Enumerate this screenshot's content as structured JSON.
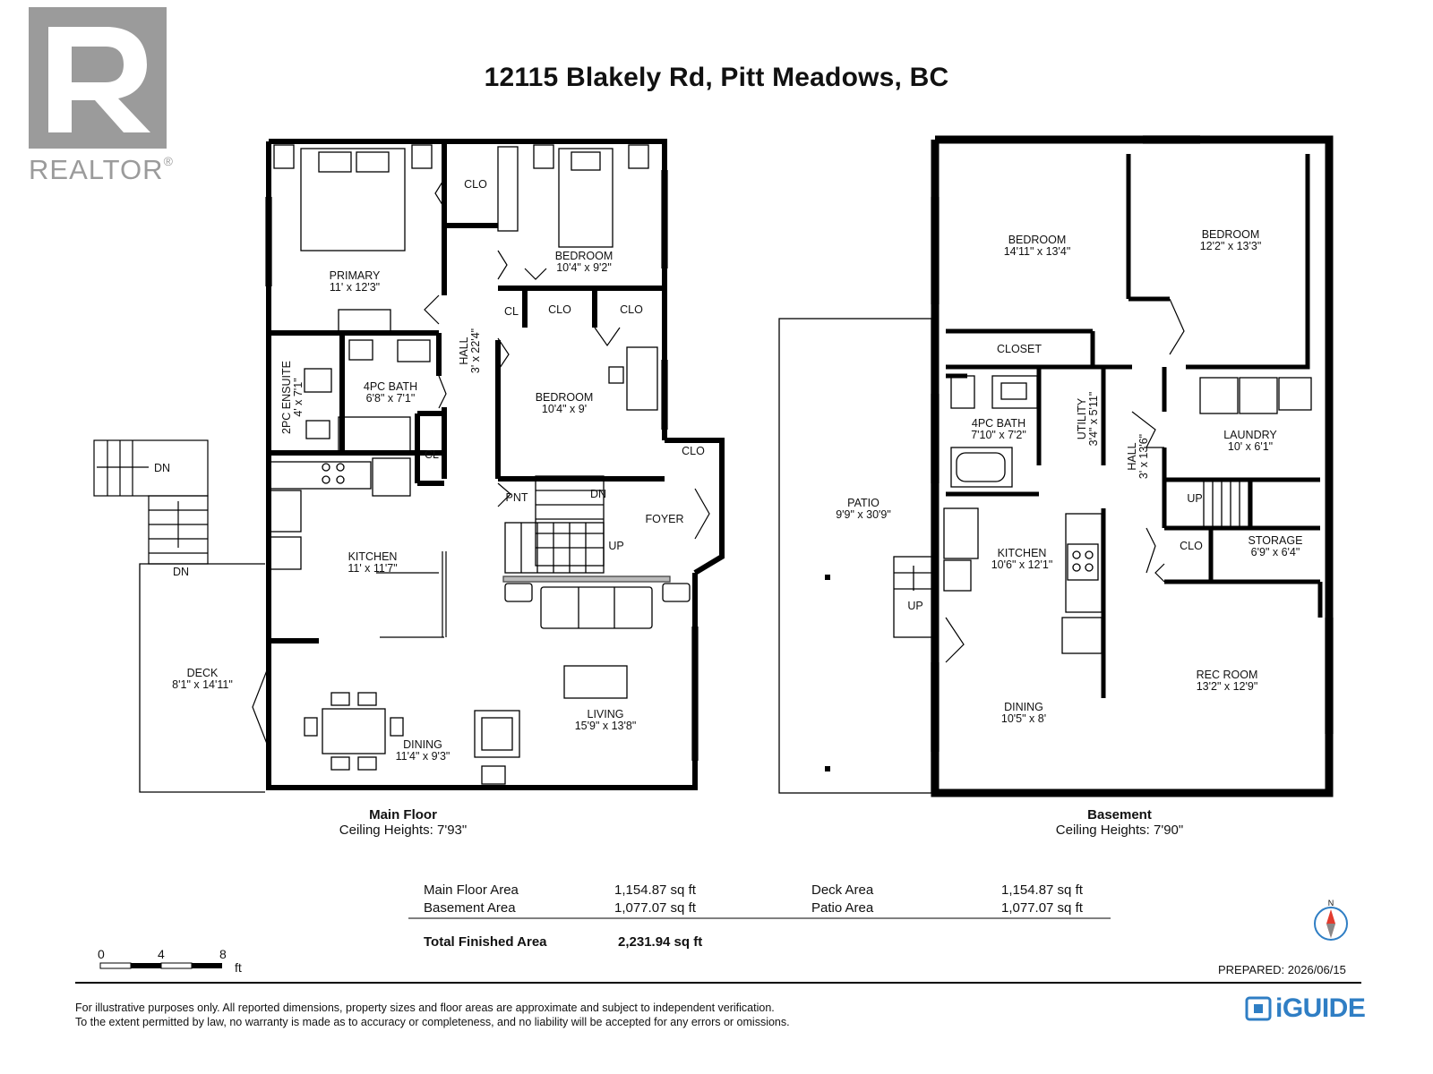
{
  "title": "12115 Blakely Rd, Pitt Meadows, BC",
  "logo": {
    "word": "REALTOR",
    "mark": "®",
    "color": "#9b9b9b"
  },
  "brand": {
    "name": "iGUIDE",
    "color": "#2f7ec4"
  },
  "floors": [
    {
      "name": "Main Floor",
      "ceiling": "Ceiling Heights: 7'93\""
    },
    {
      "name": "Basement",
      "ceiling": "Ceiling Heights: 7'90\""
    }
  ],
  "rooms": {
    "clo1": "CLO",
    "primary_name": "PRIMARY",
    "primary_dim": "11' x 12'3\"",
    "bed1_name": "BEDROOM",
    "bed1_dim": "10'4\" x 9'2\"",
    "cl1": "CL",
    "clo2": "CLO",
    "clo3": "CLO",
    "hall_name": "HALL",
    "hall_dim": "3' x 22'4\"",
    "ensuite_name": "2PC ENSUITE",
    "ensuite_dim": "4' x 7'1\"",
    "bath_main_name": "4PC BATH",
    "bath_main_dim": "6'8\" x 7'1\"",
    "bed2_name": "BEDROOM",
    "bed2_dim": "10'4\" x 9'",
    "cl2": "CL",
    "clo4": "CLO",
    "pnt": "PNT",
    "dn_stair": "DN",
    "up_stair": "UP",
    "foyer": "FOYER",
    "kitchen_name": "KITCHEN",
    "kitchen_dim": "11' x 11'7\"",
    "dn_ext": "DN",
    "dn_deck": "DN",
    "deck_name": "DECK",
    "deck_dim": "8'1\" x 14'11\"",
    "living_name": "LIVING",
    "living_dim": "15'9\" x 13'8\"",
    "dining_name": "DINING",
    "dining_dim": "11'4\" x 9'3\"",
    "b_bed1_name": "BEDROOM",
    "b_bed1_dim": "14'11\" x 13'4\"",
    "b_bed2_name": "BEDROOM",
    "b_bed2_dim": "12'2\" x 13'3\"",
    "closet": "CLOSET",
    "patio_name": "PATIO",
    "patio_dim": "9'9\" x 30'9\"",
    "b_bath_name": "4PC BATH",
    "b_bath_dim": "7'10\" x 7'2\"",
    "utility_name": "UTILITY",
    "utility_dim": "3'4\" x 5'11\"",
    "b_hall_name": "HALL",
    "b_hall_dim": "3' x 13'6\"",
    "laundry_name": "LAUNDRY",
    "laundry_dim": "10' x 6'1\"",
    "b_up": "UP",
    "storage_name": "STORAGE",
    "storage_dim": "6'9\" x 6'4\"",
    "b_clo": "CLO",
    "b_kitchen_name": "KITCHEN",
    "b_kitchen_dim": "10'6\" x 12'1\"",
    "b_up_ext": "UP",
    "rec_name": "REC ROOM",
    "rec_dim": "13'2\" x 12'9\"",
    "b_dining_name": "DINING",
    "b_dining_dim": "10'5\" x 8'"
  },
  "areas": {
    "main_label": "Main Floor Area",
    "main_value": "1,154.87 sq ft",
    "basement_label": "Basement Area",
    "basement_value": "1,077.07 sq ft",
    "deck_label": "Deck Area",
    "deck_value": "1,154.87 sq ft",
    "patio_label": "Patio Area",
    "patio_value": "1,077.07 sq ft",
    "total_label": "Total Finished Area",
    "total_value": "2,231.94 sq ft"
  },
  "scale": {
    "ticks": [
      "0",
      "4",
      "8"
    ],
    "unit": "ft"
  },
  "compass": "N",
  "prepared": "PREPARED: 2026/06/15",
  "disclaimer": [
    "For illustrative purposes only. All reported dimensions, property sizes and floor areas are approximate and subject to independent verification.",
    "To the extent permitted by law, no warranty is made as to accuracy or completeness, and no liability will be accepted for any errors or omissions."
  ]
}
